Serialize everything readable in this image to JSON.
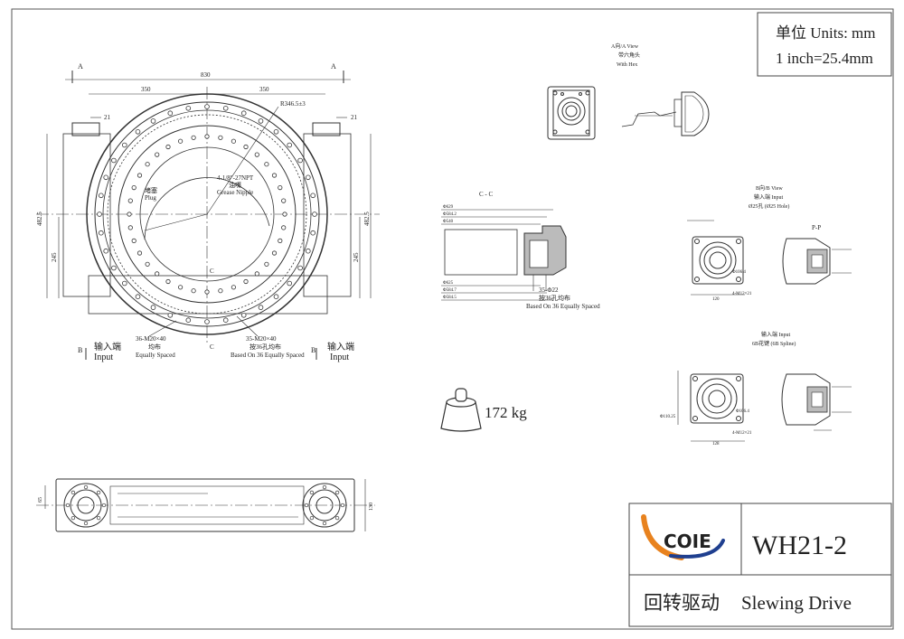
{
  "units": {
    "line1": "单位 Units: mm",
    "line2": "1 inch=25.4mm"
  },
  "main_view": {
    "section_a": "A",
    "section_b": "B",
    "section_c": "C",
    "dim_830": "830",
    "dim_350_left": "350",
    "dim_350_right": "350",
    "dim_r": "R346.5±3",
    "dim_21_left": "21",
    "dim_21_right": "21",
    "dim_482_left": "482.5",
    "dim_482_right": "482.5",
    "dim_245_left": "245",
    "dim_245_right": "245",
    "npt": "4-1/8\"-27NPT",
    "grease_cn": "油嘴",
    "grease_en": "Grease Nipple",
    "plug_cn": "堵塞",
    "plug_en": "Plug",
    "bolt_left_1": "36-M20×40",
    "bolt_left_2": "均布",
    "bolt_left_3": "Equally Spaced",
    "bolt_right_1": "35-M20×40",
    "bolt_right_2": "按36孔均布",
    "bolt_right_3": "Based On 36 Equally Spaced",
    "input_cn": "输入端",
    "input_en": "Input"
  },
  "view_a": {
    "title_1": "A向/A View",
    "title_2": "带六角头",
    "title_3": "With Hex"
  },
  "section_cc": {
    "title": "C - C",
    "d1": "Φ629",
    "d2": "Φ584.2",
    "d3": "Φ540",
    "d4": "Φ625",
    "d5": "Φ584.7",
    "d6": "Φ584.5",
    "holes_1": "35-Φ22",
    "holes_2": "按36孔均布",
    "holes_3": "Based On 36 Equally Spaced"
  },
  "view_b": {
    "title_1": "B向/B View",
    "title_2": "输入端 Input",
    "title_3": "Ø25孔 (Ø25 Hole)",
    "pp": "P-P",
    "w_120": "120",
    "m": "4-M12×21",
    "d_106": "Φ106.4"
  },
  "input_spline": {
    "title_1": "输入端 Input",
    "title_2": "6B花键 (6B Spline)",
    "w_128": "128",
    "m": "4-M12×21",
    "d_106": "Φ106.4",
    "d_110": "Φ110.25"
  },
  "weight": "172 kg",
  "title_block": {
    "logo": "COIE",
    "model": "WH21-2",
    "name_cn": "回转驱动",
    "name_en": "Slewing Drive"
  },
  "bottom_view": {
    "dim_65": "65",
    "dim_130": "130"
  },
  "colors": {
    "logo_orange": "#e8821e",
    "logo_blue": "#1f3f8f",
    "line": "#333333"
  }
}
